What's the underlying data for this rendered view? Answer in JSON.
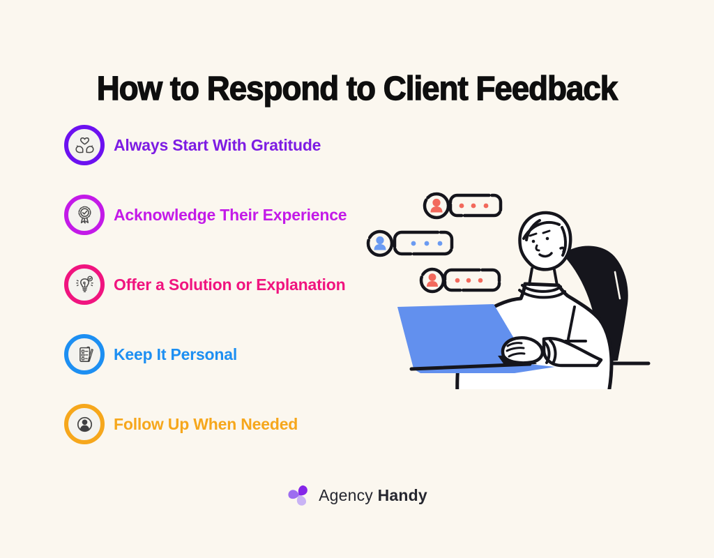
{
  "page": {
    "background_color": "#FBF7EF",
    "title": "How to Respond to Client Feedback",
    "title_color": "#0E0E0E"
  },
  "steps": {
    "items": [
      {
        "label": "Always Start With Gratitude",
        "color": "#7D1CE3",
        "ring_color": "#6C11F0",
        "icon": "hands-holding-heart-icon"
      },
      {
        "label": "Acknowledge Their Experience",
        "color": "#C31AE8",
        "ring_color": "#C31AE8",
        "icon": "award-ribbon-icon"
      },
      {
        "label": "Offer a Solution or Explanation",
        "color": "#F0147F",
        "ring_color": "#F0147F",
        "icon": "lightbulb-solution-icon"
      },
      {
        "label": "Keep It Personal",
        "color": "#1D8FF2",
        "ring_color": "#1D8FF2",
        "icon": "personal-checklist-icon"
      },
      {
        "label": "Follow Up When Needed",
        "color": "#F6A71C",
        "ring_color": "#F6A71C",
        "icon": "person-follow-up-icon"
      }
    ],
    "glyph_color": "#474747"
  },
  "illustration": {
    "name": "person-replying-to-feedback-at-laptop",
    "outline_color": "#15151C",
    "laptop_color": "#6290EE",
    "chat_bubbles": [
      {
        "position": "top",
        "accent_color": "#F2695C",
        "dots": 3
      },
      {
        "position": "middle",
        "accent_color": "#6B9BF2",
        "dots": 3
      },
      {
        "position": "bottom",
        "accent_color": "#F2695C",
        "dots": 3
      }
    ]
  },
  "footer": {
    "brand_name_regular": "Agency",
    "brand_name_bold": "Handy",
    "text_color": "#26272F",
    "logo_petal_colors": [
      "#8526E8",
      "#C9B3F5",
      "#9D6DF0"
    ]
  }
}
